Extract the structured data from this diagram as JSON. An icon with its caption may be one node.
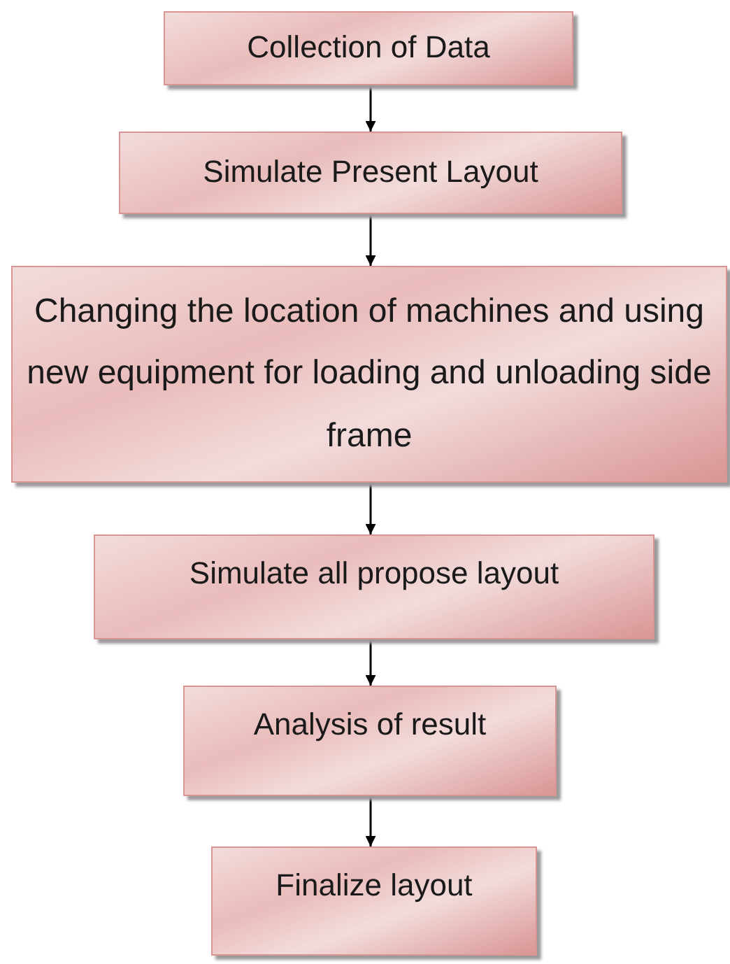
{
  "diagram": {
    "nodes": [
      {
        "text": [
          "Collection of Data"
        ]
      },
      {
        "text": [
          "Simulate Present Layout"
        ]
      },
      {
        "text": [
          "Changing the location of machines and using new equipment for loading and unloading side frame"
        ]
      },
      {
        "text": [
          "Simulate all propose layout"
        ]
      },
      {
        "text": [
          "Analysis of result"
        ]
      },
      {
        "text": [
          "Finalize layout"
        ]
      }
    ],
    "edges": [
      {
        "from": 0,
        "to": 1,
        "arrow": "to"
      },
      {
        "from": 1,
        "to": 2,
        "arrow": "to"
      },
      {
        "from": 2,
        "to": 3,
        "arrow": "to"
      },
      {
        "from": 3,
        "to": 4,
        "arrow": "to"
      },
      {
        "from": 4,
        "to": 5,
        "arrow": "to"
      }
    ]
  }
}
